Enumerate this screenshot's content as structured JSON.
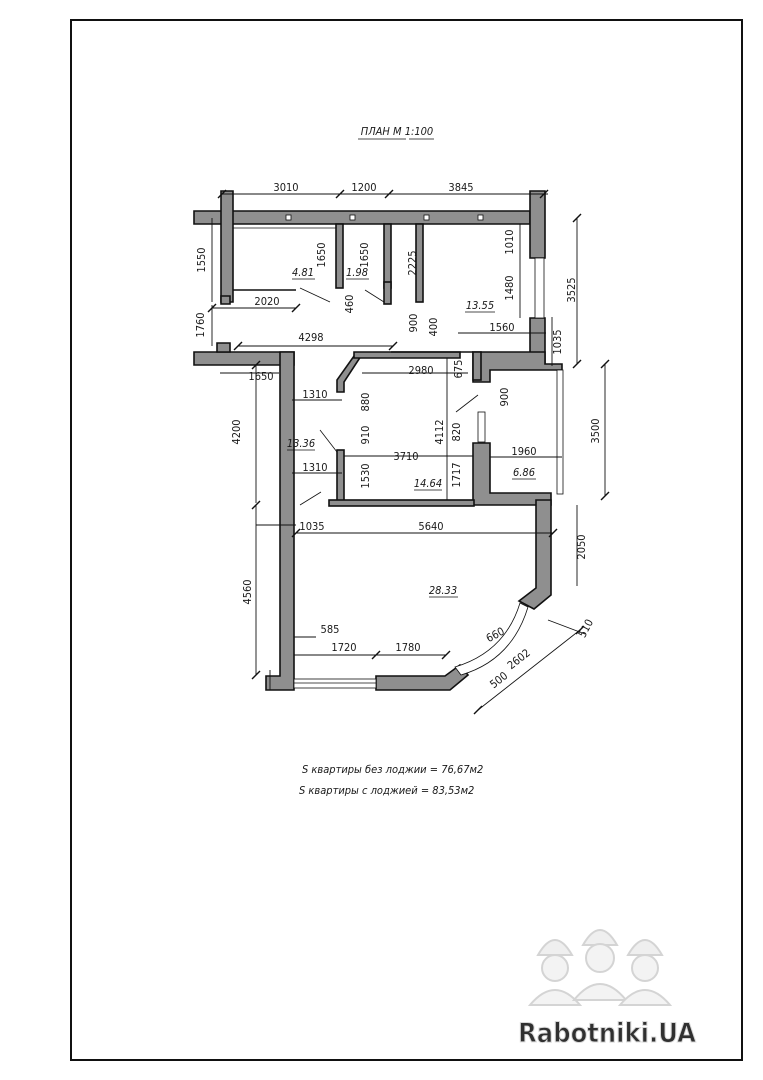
{
  "title": "ПЛАН М  1:100",
  "rooms": [
    {
      "id": "storage",
      "area": "4.81"
    },
    {
      "id": "wc",
      "area": "1.98"
    },
    {
      "id": "kitchen",
      "area": "13.55"
    },
    {
      "id": "hall",
      "area": "13.36"
    },
    {
      "id": "bedroom",
      "area": "14.64"
    },
    {
      "id": "loggia",
      "area": "6.86"
    },
    {
      "id": "living",
      "area": "28.33"
    }
  ],
  "dimensions": {
    "top_1": "3010",
    "top_2": "1200",
    "top_3": "3845",
    "left_1550": "1550",
    "h_1650_a": "1650",
    "h_1650_b": "1650",
    "v_2225": "2225",
    "v_1010": "1010",
    "v_1480": "1480",
    "v_3525": "3525",
    "h_2020": "2020",
    "v_460": "460",
    "v_900_a": "900",
    "v_400": "400",
    "h_1560": "1560",
    "v_1035": "1035",
    "v_1760": "1760",
    "h_4298": "4298",
    "h_1650_c": "1650",
    "h_2980": "2980",
    "v_675": "675",
    "v_900_b": "900",
    "v_3500": "3500",
    "h_1310_a": "1310",
    "v_880": "880",
    "v_4200": "4200",
    "v_910": "910",
    "v_820": "820",
    "v_4112": "4112",
    "h_3710": "3710",
    "h_1960": "1960",
    "h_1310_b": "1310",
    "v_1530": "1530",
    "v_1717": "1717",
    "h_1035": "1035",
    "h_5640": "5640",
    "v_2050": "2050",
    "v_4560": "4560",
    "h_585": "585",
    "h_1720": "1720",
    "h_1780": "1780",
    "d_660": "660",
    "d_510": "510",
    "d_2602": "2602",
    "d_500": "500"
  },
  "notes": {
    "area_without_loggia": "S квартиры без лоджии = 76,67м2",
    "area_with_loggia": "S квартиры  с  лоджией  = 83,53м2"
  },
  "watermark": "Rabotniki.UA"
}
